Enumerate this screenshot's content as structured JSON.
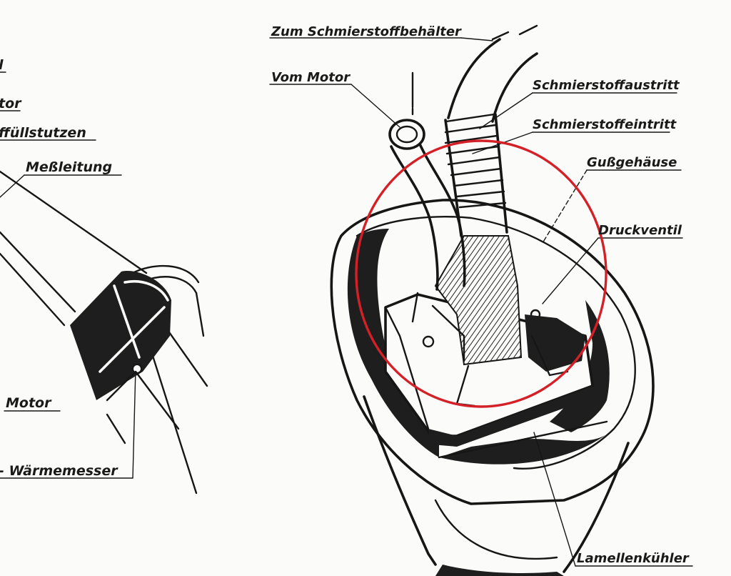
{
  "left_figure": {
    "labels": {
      "partial_top": "l",
      "partial_motor_1": "tor",
      "fill_nozzle": "ffüllstutzen",
      "measure_line": "Meßleitung",
      "motor": "Motor",
      "thermometer": "- Wärmemesser"
    }
  },
  "right_figure": {
    "labels": {
      "to_tank": "Zum Schmierstoffbehälter",
      "from_motor": "Vom Motor",
      "lube_outlet": "Schmierstoffaustritt",
      "lube_inlet": "Schmierstoffeintritt",
      "cast_housing": "Gußgehäuse",
      "pressure_valve": "Druckventil",
      "lamella_cooler": "Lamellenkühler"
    },
    "highlight_color": "#d42027"
  },
  "colors": {
    "ink": "#161616",
    "paper": "#fbfbf9",
    "highlight": "#d42027"
  }
}
